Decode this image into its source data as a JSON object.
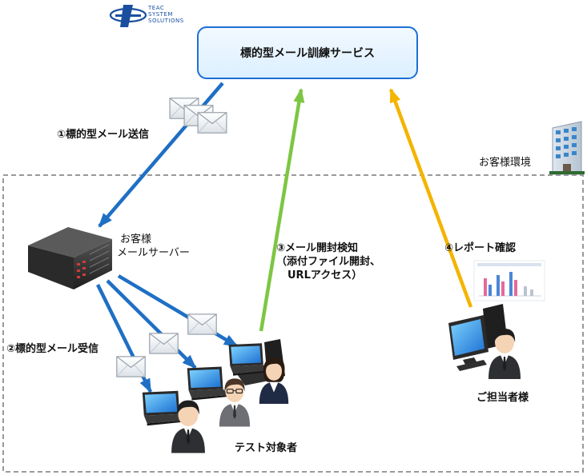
{
  "logo": {
    "line1": "TEAC",
    "line2": "SYSTEM",
    "line3": "SOLUTIONS"
  },
  "service": {
    "title": "標的型メール訓練サービス"
  },
  "customer_env": {
    "label": "お客様環境"
  },
  "server": {
    "label_line1": "お客様",
    "label_line2": "メールサーバー"
  },
  "steps": {
    "step1": "①標的型メール送信",
    "step2": "②標的型メール受信",
    "step3_line1": "③メール開封検知",
    "step3_line2": "（添付ファイル開封、",
    "step3_line3": "URLアクセス）",
    "step4": "④レポート確認"
  },
  "targets": {
    "label": "テスト対象者"
  },
  "admin": {
    "label": "ご担当者様"
  },
  "colors": {
    "blue_arrow": "#1f6fc4",
    "green_arrow": "#7dc642",
    "orange_arrow": "#f4b400",
    "box_border": "#1d6fd6",
    "dashed_border": "#9a9a9a"
  },
  "icons": [
    "logo-icon",
    "envelope-icon",
    "building-icon",
    "server-icon",
    "laptop-icon",
    "desktop-pc-icon",
    "person-icon",
    "report-chart-icon"
  ]
}
